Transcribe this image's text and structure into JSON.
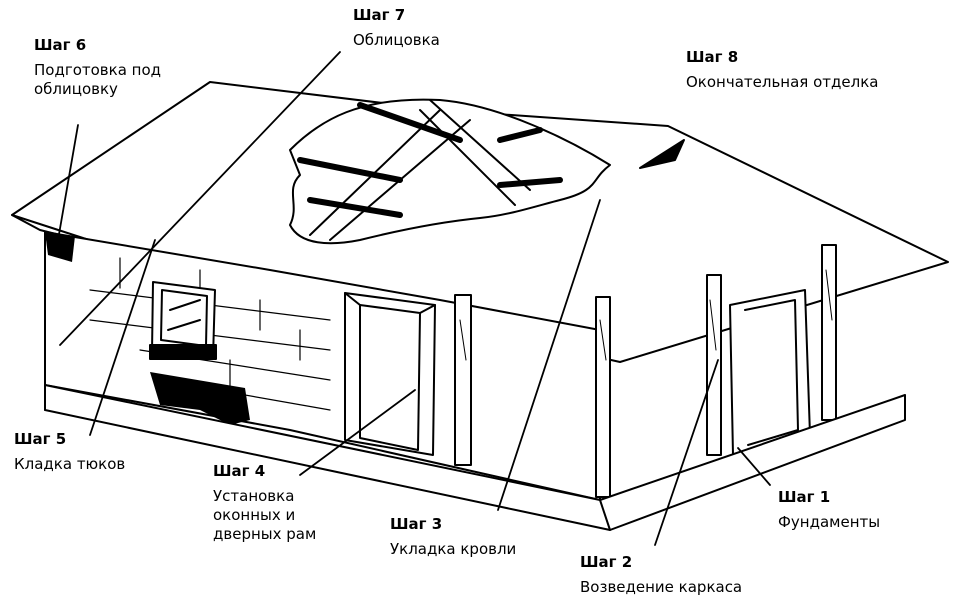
{
  "labels": {
    "step1": {
      "step": "Шаг 1",
      "text": "Фундаменты"
    },
    "step2": {
      "step": "Шаг 2",
      "text": "Возведение каркаса"
    },
    "step3": {
      "step": "Шаг 3",
      "text": "Укладка кровли"
    },
    "step4": {
      "step": "Шаг 4",
      "line1": "Установка",
      "line2": "оконных и",
      "line3": "дверных рам"
    },
    "step5": {
      "step": "Шаг 5",
      "text": "Кладка тюков"
    },
    "step6": {
      "step": "Шаг 6",
      "line1": "Подготовка под",
      "line2": "облицовку"
    },
    "step7": {
      "step": "Шаг 7",
      "text": "Облицовка"
    },
    "step8": {
      "step": "Шаг 8",
      "text": "Окончательная отделка"
    }
  }
}
